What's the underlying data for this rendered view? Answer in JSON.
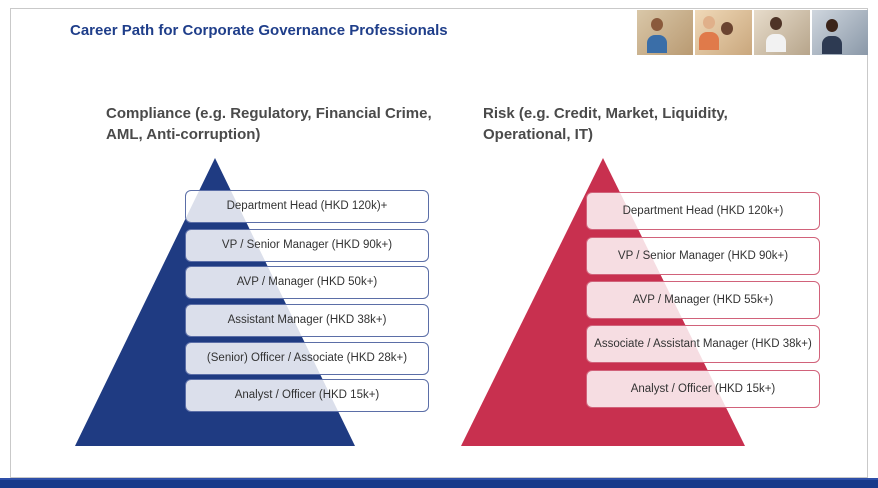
{
  "header": {
    "title": "Career Path for Corporate Governance Professionals"
  },
  "banner": {
    "icon": "team-photo-strip"
  },
  "columns": [
    {
      "heading": "Compliance (e.g. Regulatory, Financial Crime, AML, Anti-corruption)",
      "color": "#1f3b82",
      "levels": [
        "Department Head (HKD 120k)+",
        "VP / Senior Manager (HKD 90k+)",
        "AVP / Manager (HKD 50k+)",
        "Assistant Manager (HKD 38k+)",
        "(Senior) Officer / Associate (HKD 28k+)",
        "Analyst / Officer (HKD 15k+)"
      ]
    },
    {
      "heading": "Risk (e.g. Credit, Market, Liquidity, Operational, IT)",
      "color": "#c8304f",
      "levels": [
        "Department Head (HKD 120k+)",
        "VP / Senior Manager (HKD 90k+)",
        "AVP / Manager (HKD 55k+)",
        "Associate / Assistant Manager (HKD 38k+)",
        "Analyst / Officer (HKD 15k+)"
      ]
    }
  ]
}
